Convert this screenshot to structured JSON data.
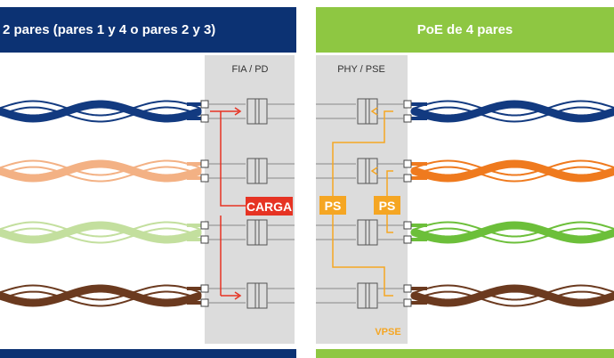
{
  "headers": {
    "left": "2 pares (pares 1 y 4 o pares 2 y 3)",
    "right": "PoE de 4 pares"
  },
  "panels": {
    "left_label": "FIA / PD",
    "right_label": "PHY / PSE"
  },
  "boxes": {
    "load": "CARGA",
    "ps_a": "PS",
    "ps_b": "PS"
  },
  "vpse_label": "VPSE",
  "colors": {
    "left_header": "#0c3273",
    "right_header": "#8ec742",
    "load_box": "#e63323",
    "ps_box": "#f5a623",
    "panel_bg": "#dcdcdc",
    "pair_colors": [
      "#123a80",
      "#f3b184",
      "#c3df9e",
      "#6b3a1f"
    ],
    "right_pair_colors": [
      "#123a80",
      "#ef7a1e",
      "#6cbf3a",
      "#6b3a1f"
    ]
  }
}
